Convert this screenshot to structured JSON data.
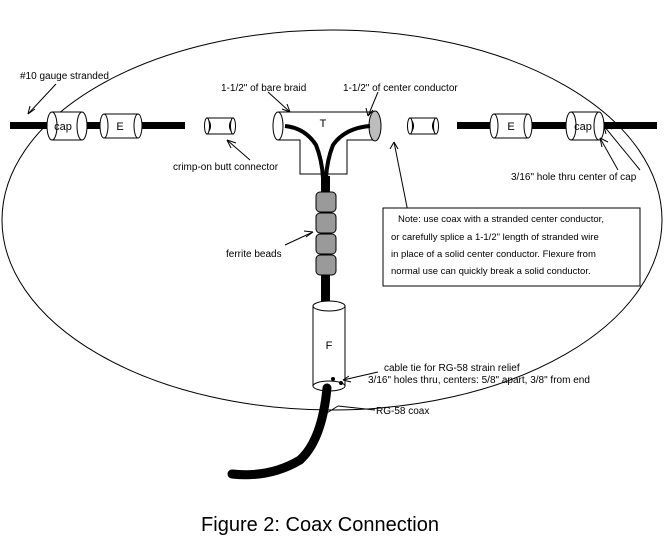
{
  "labels": {
    "gauge": "#10 gauge stranded",
    "bare_braid": "1-1/2\" of bare braid",
    "center_conductor": "1-1/2\" of center conductor",
    "crimp": "crimp-on butt connector",
    "hole_cap": "3/16\" hole thru center of cap",
    "ferrite": "ferrite beads",
    "cable_tie": "cable tie for RG-58 strain relief",
    "holes": "3/16\" holes thru, centers: 5/8\" apart, 3/8\" from end",
    "coax": "RG-58 coax"
  },
  "parts": {
    "cap_left": "cap",
    "cap_right": "cap",
    "e_left": "E",
    "e_right": "E",
    "t": "T",
    "f": "F"
  },
  "note": {
    "lines": [
      "Note: use coax with a stranded center conductor,",
      "or carefully splice a 1-1/2\" length of stranded wire",
      "in place of a solid center conductor. Flexure from",
      "normal use can quickly break a solid conductor."
    ]
  },
  "caption": "Figure 2: Coax Connection",
  "colors": {
    "ink": "#000000",
    "bead": "#9a9a9a",
    "paper": "#ffffff"
  }
}
